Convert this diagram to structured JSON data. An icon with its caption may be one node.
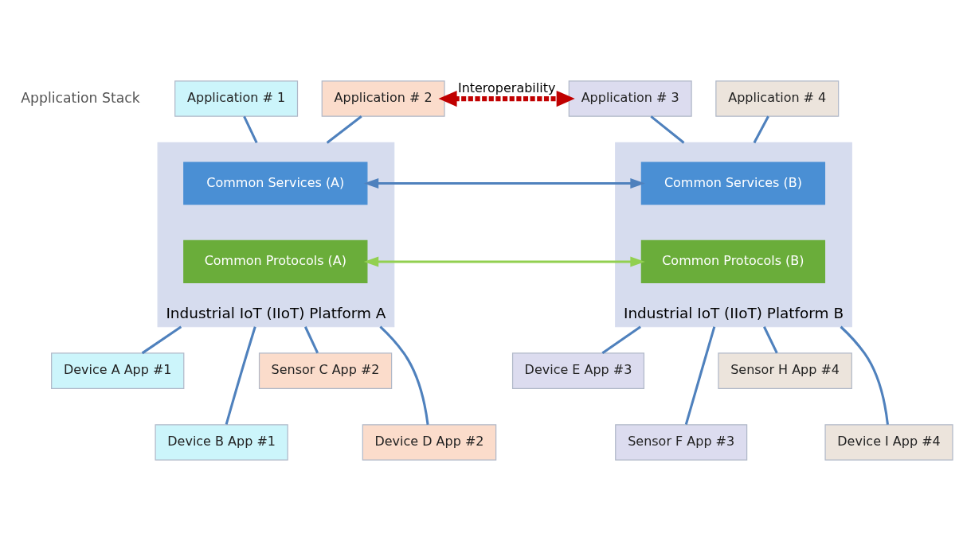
{
  "diagram": {
    "nodes": [
      {
        "text": [
          "Application # 1"
        ]
      },
      {
        "text": [
          "Application # 2"
        ]
      },
      {
        "text": [
          "Application # 3"
        ]
      },
      {
        "text": [
          "Application # 4"
        ]
      },
      {
        "text": [
          "Industrial IoT (IIoT) Platform A"
        ]
      },
      {
        "text": [
          "Common Services (A)"
        ],
        "in": 4
      },
      {
        "text": [
          "Common Protocols (A)"
        ],
        "in": 4
      },
      {
        "text": [
          "Industrial IoT (IIoT) Platform B"
        ]
      },
      {
        "text": [
          "Common Services (B)"
        ],
        "in": 7
      },
      {
        "text": [
          "Common Protocols (B)"
        ],
        "in": 7
      },
      {
        "text": [
          "Device A App #1"
        ]
      },
      {
        "text": [
          "Device B App #1"
        ]
      },
      {
        "text": [
          "Sensor C App #2"
        ]
      },
      {
        "text": [
          "Device D App #2"
        ]
      },
      {
        "text": [
          "Device E App #3"
        ]
      },
      {
        "text": [
          "Sensor F App #3"
        ]
      },
      {
        "text": [
          "Sensor H App #4"
        ]
      },
      {
        "text": [
          "Device I App #4"
        ]
      }
    ],
    "edges": [
      {
        "from": 0,
        "to": 4,
        "arrow": "none"
      },
      {
        "from": 1,
        "to": 4,
        "arrow": "none"
      },
      {
        "from": 2,
        "to": 7,
        "arrow": "none"
      },
      {
        "from": 3,
        "to": 7,
        "arrow": "none"
      },
      {
        "from": 1,
        "to": 2,
        "arrow": "both",
        "label": "Interoperability",
        "style": "dashed",
        "color": "#c00000"
      },
      {
        "from": 5,
        "to": 8,
        "arrow": "both"
      },
      {
        "from": 6,
        "to": 9,
        "arrow": "both",
        "color": "#92d050"
      },
      {
        "from": 4,
        "to": 10,
        "arrow": "none"
      },
      {
        "from": 4,
        "to": 11,
        "arrow": "none"
      },
      {
        "from": 4,
        "to": 12,
        "arrow": "none"
      },
      {
        "from": 4,
        "to": 13,
        "arrow": "none"
      },
      {
        "from": 7,
        "to": 14,
        "arrow": "none"
      },
      {
        "from": 7,
        "to": 15,
        "arrow": "none"
      },
      {
        "from": 7,
        "to": 16,
        "arrow": "none"
      },
      {
        "from": 7,
        "to": 17,
        "arrow": "none"
      }
    ],
    "labels": [
      "Application Stack"
    ]
  }
}
